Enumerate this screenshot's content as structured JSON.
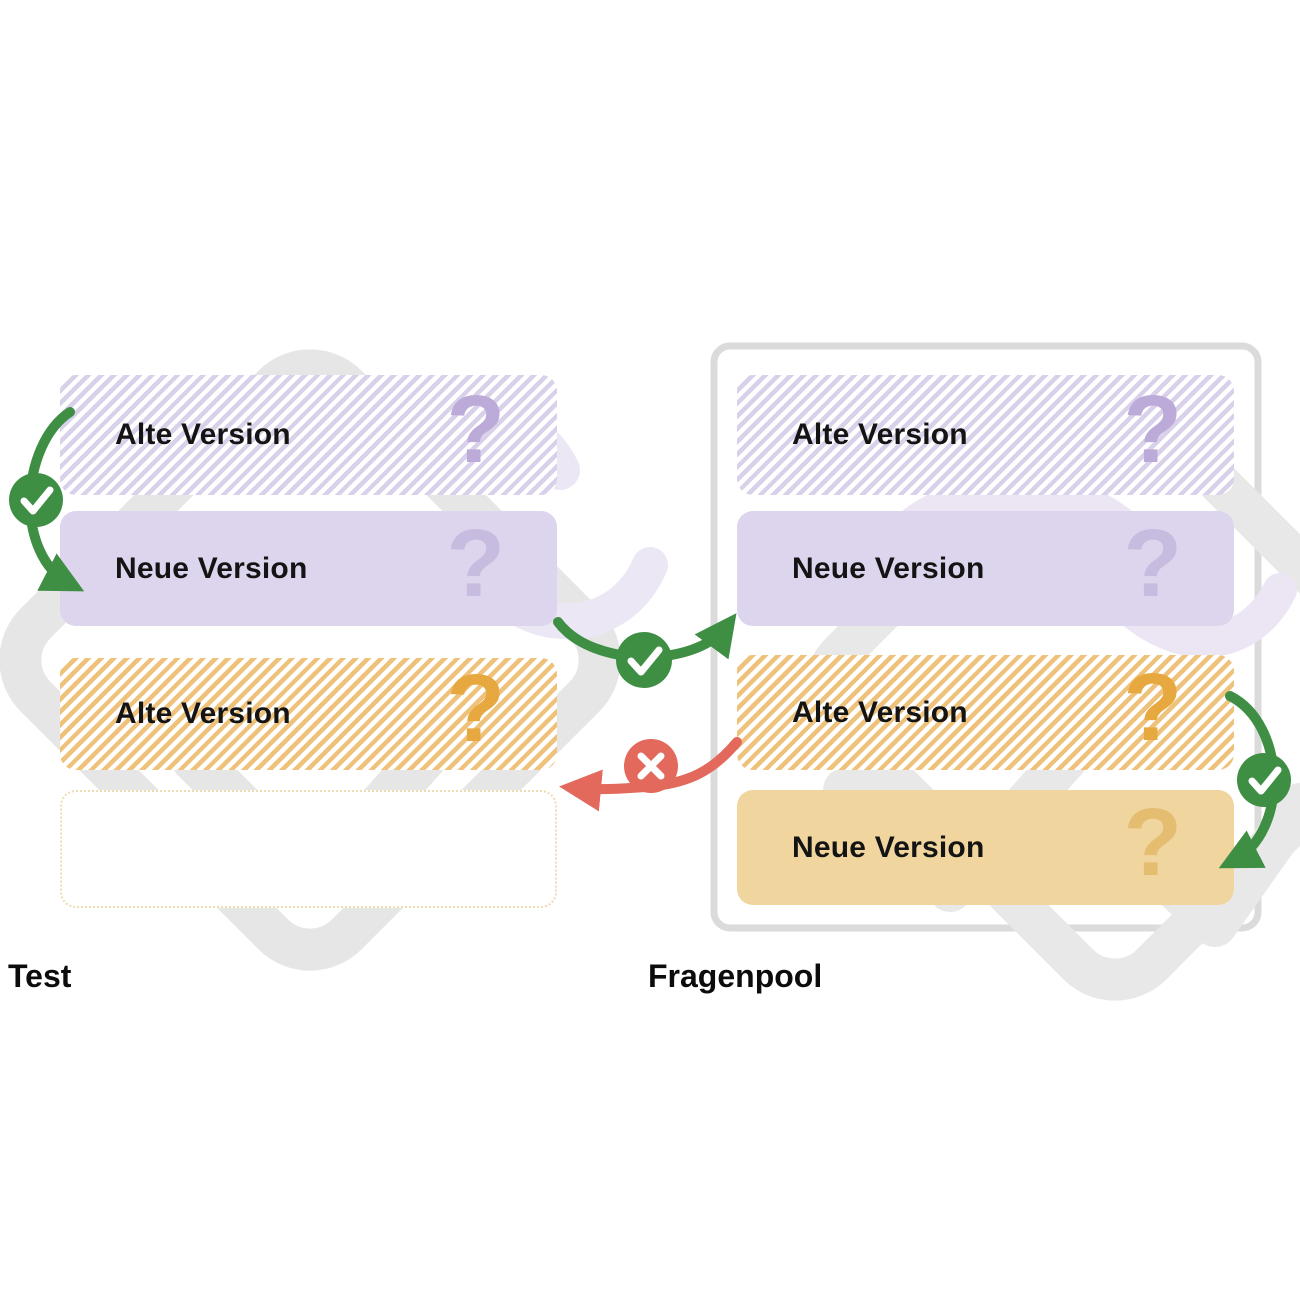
{
  "diagram": {
    "left_column": {
      "label": "Test",
      "boxes": [
        {
          "label": "Alte Version",
          "qmark": "?",
          "style": "purple-hatched"
        },
        {
          "label": "Neue Version",
          "qmark": "?",
          "style": "purple-solid"
        },
        {
          "label": "Alte Version",
          "qmark": "?",
          "style": "orange-hatched"
        },
        {
          "label": "",
          "qmark": "",
          "style": "empty"
        }
      ]
    },
    "right_column": {
      "label": "Fragenpool",
      "boxes": [
        {
          "label": "Alte Version",
          "qmark": "?",
          "style": "purple-hatched"
        },
        {
          "label": "Neue Version",
          "qmark": "?",
          "style": "purple-solid"
        },
        {
          "label": "Alte Version",
          "qmark": "?",
          "style": "orange-hatched"
        },
        {
          "label": "Neue Version",
          "qmark": "?",
          "style": "orange-solid"
        }
      ]
    },
    "markers": {
      "approve_icon": "check",
      "reject_icon": "cross"
    },
    "colors": {
      "green": "#3e8e44",
      "red": "#e2695c",
      "purple_solid": "#ddd5ed",
      "purple_stripe": "#d9d0ea",
      "orange_solid": "#f0d69e",
      "orange_stripe": "#eec27b"
    }
  }
}
